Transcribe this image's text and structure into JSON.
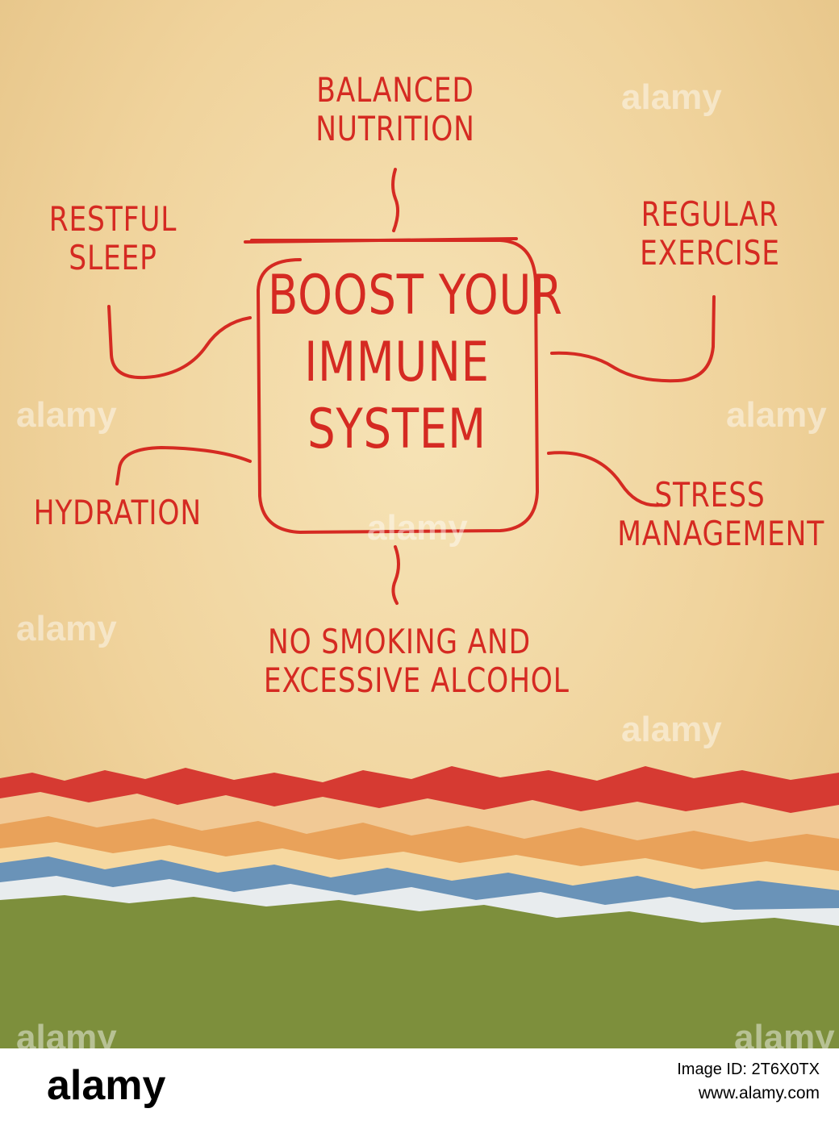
{
  "diagram": {
    "center": {
      "lines": [
        "BOOST YOUR",
        "IMMUNE",
        "SYSTEM"
      ]
    },
    "branches": {
      "top": [
        "BALANCED",
        "NUTRITION"
      ],
      "top_left": [
        "RESTFUL",
        "SLEEP"
      ],
      "top_right": [
        "REGULAR",
        "EXERCISE"
      ],
      "left": [
        "HYDRATION"
      ],
      "right": [
        "STRESS",
        "MANAGEMENT"
      ],
      "bottom": [
        "NO SMOKING AND",
        "EXCESSIVE ALCOHOL"
      ]
    },
    "ink_color": "#d52a22",
    "paper_color": "#f1d7a2"
  },
  "watermark": {
    "text": "alamy"
  },
  "footer": {
    "brand": "alamy",
    "credit": "Image ID: 2T6X0TX",
    "site": "www.alamy.com"
  }
}
